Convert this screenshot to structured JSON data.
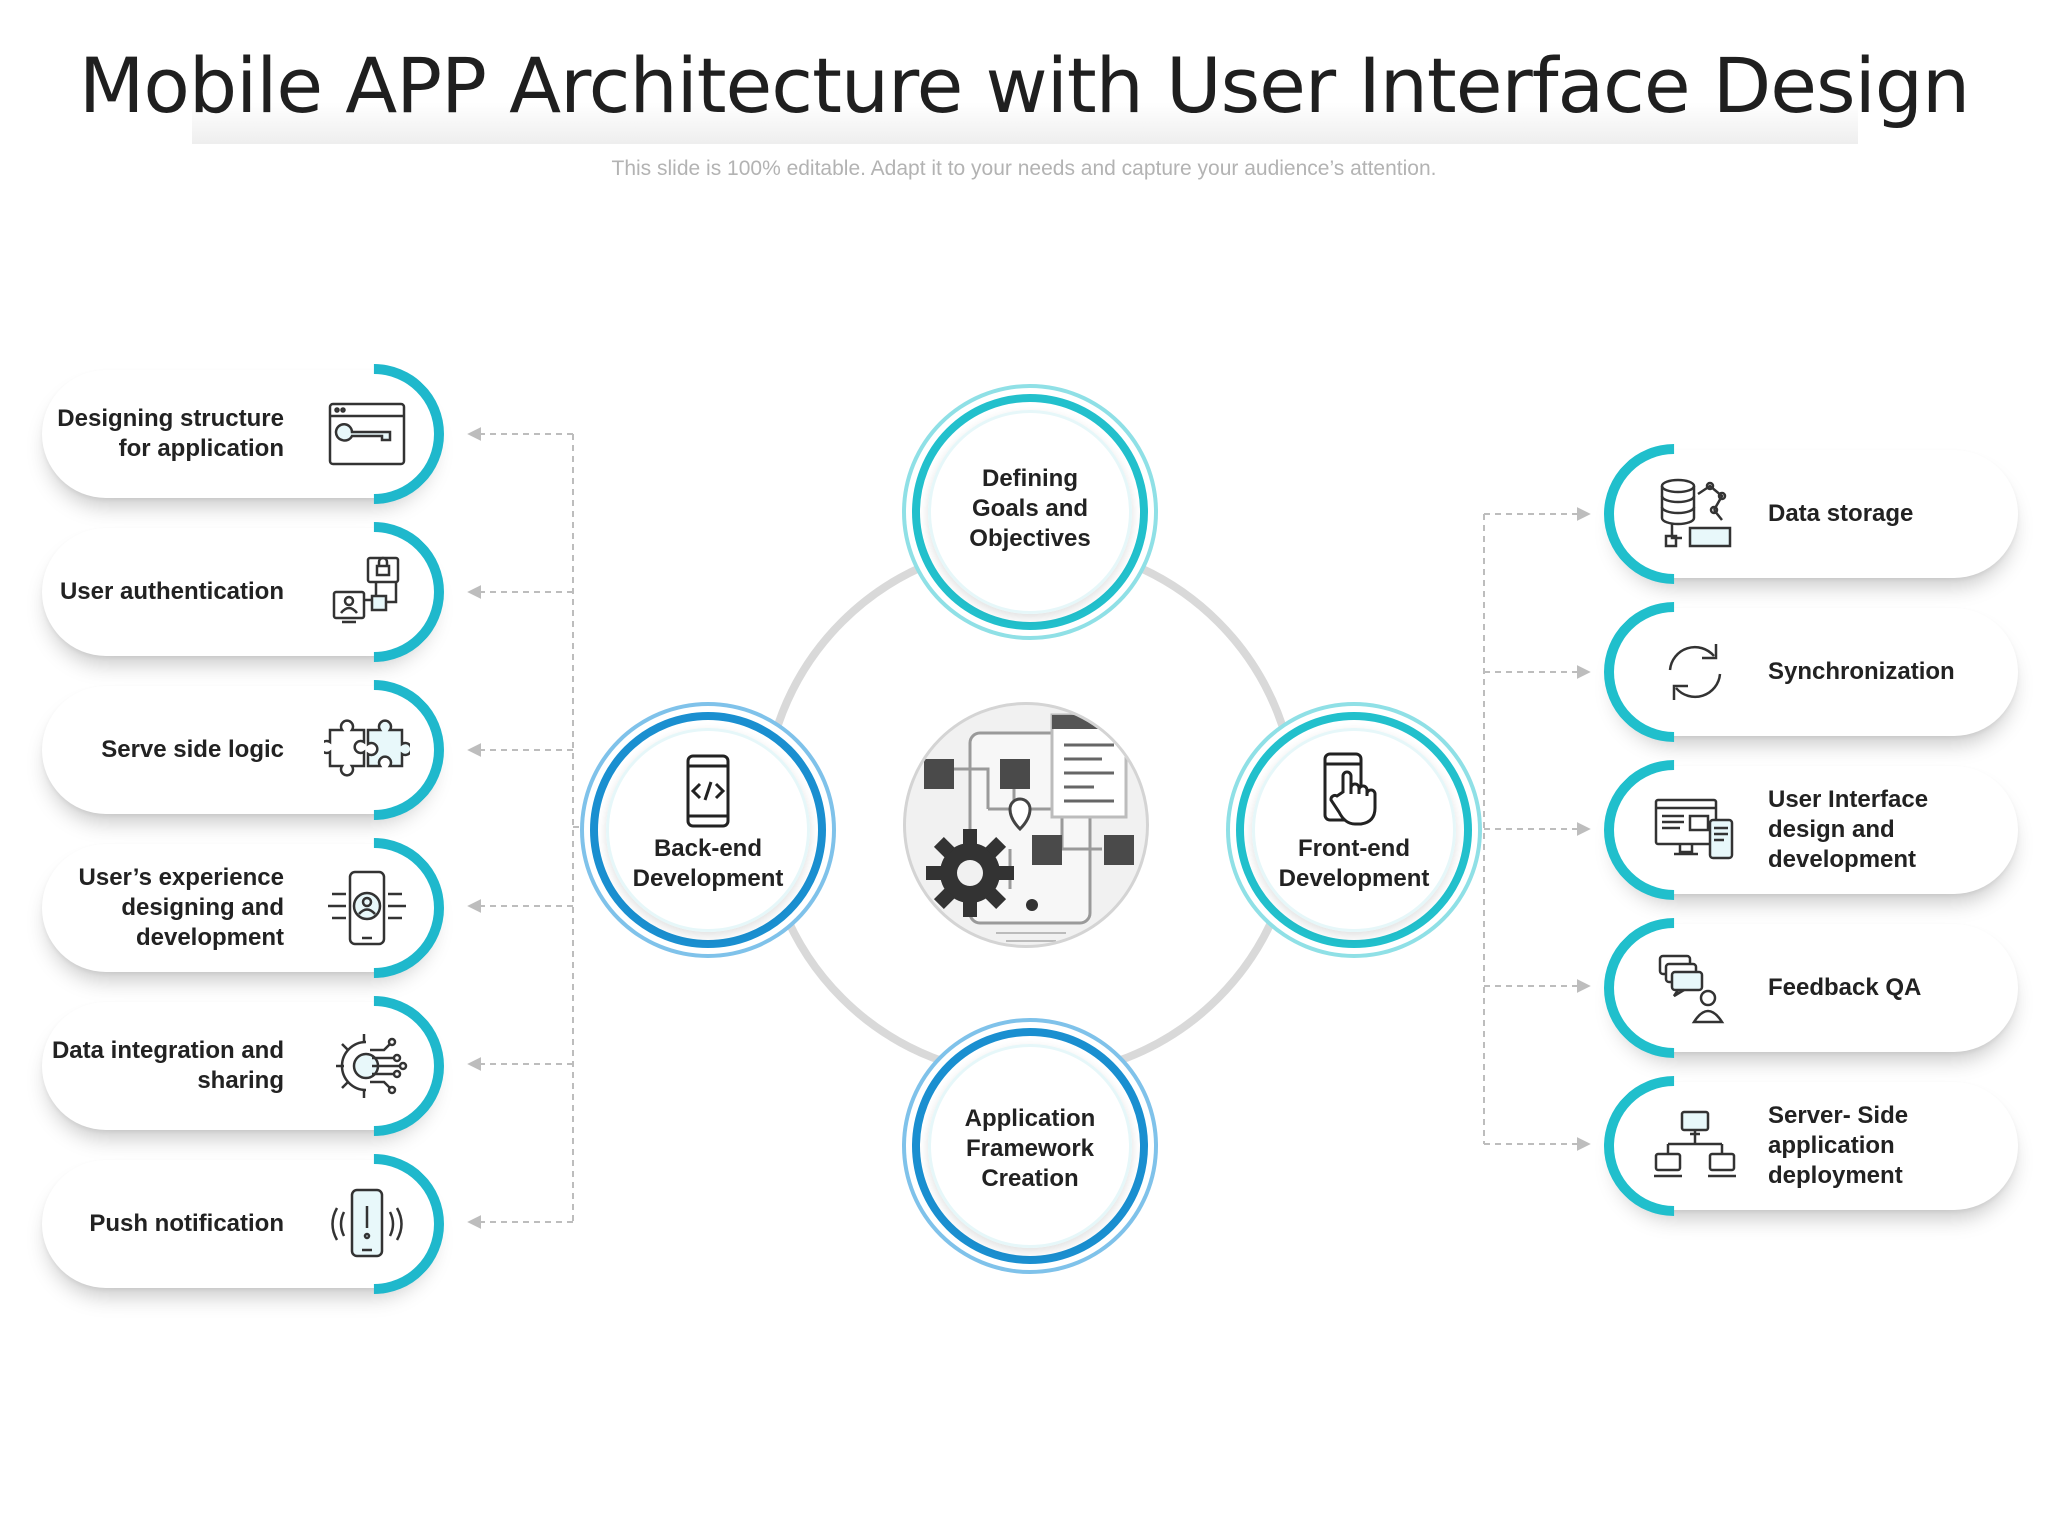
{
  "header": {
    "title": "Mobile APP Architecture with User Interface Design",
    "subtitle": "This slide is 100% editable. Adapt it to your needs and capture your audience’s attention."
  },
  "center": {
    "top": "Defining Goals and Objectives",
    "left": "Back-end Development",
    "right": "Front-end Development",
    "bottom": "Application Framework Creation",
    "hub_icon": "app-architecture-icon"
  },
  "left_items": [
    {
      "label": "Designing structure for application",
      "icon": "browser-wrench-icon"
    },
    {
      "label": "User authentication",
      "icon": "user-lock-network-icon"
    },
    {
      "label": "Serve side logic",
      "icon": "puzzle-icon"
    },
    {
      "label": "User’s experience designing and development",
      "icon": "phone-user-icon"
    },
    {
      "label": "Data integration and sharing",
      "icon": "gear-circuit-icon"
    },
    {
      "label": "Push notification",
      "icon": "phone-alert-icon"
    }
  ],
  "right_items": [
    {
      "label": "Data storage",
      "icon": "database-network-icon"
    },
    {
      "label": "Synchronization",
      "icon": "sync-arrows-icon"
    },
    {
      "label": "User Interface design and development",
      "icon": "responsive-devices-icon"
    },
    {
      "label": "Feedback QA",
      "icon": "chat-user-icon"
    },
    {
      "label": "Server- Side application deployment",
      "icon": "network-computers-icon"
    }
  ],
  "colors": {
    "teal": "#22c0cc",
    "blue": "#1a8fd0",
    "orbit": "#d9d9d9",
    "connector": "#bdbdbd"
  }
}
